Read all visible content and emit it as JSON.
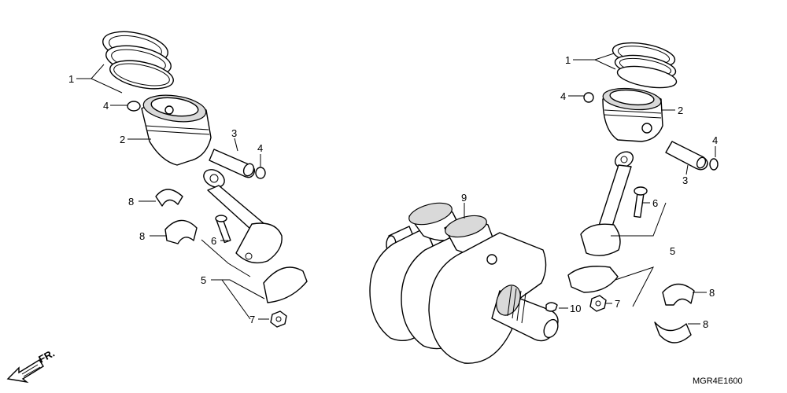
{
  "callouts": {
    "l1": "1",
    "l2": "2",
    "l3": "3",
    "l4a": "4",
    "l4b": "4",
    "l5": "5",
    "l6": "6",
    "l7": "7",
    "l8a": "8",
    "l8b": "8",
    "r1": "1",
    "r2": "2",
    "r3": "3",
    "r4a": "4",
    "r4b": "4",
    "r5": "5",
    "r6": "6",
    "r7": "7",
    "r8a": "8",
    "r8b": "8",
    "c9": "9",
    "c10": "10"
  },
  "direction_label": "FR.",
  "diagram_code": "MGR4E1600"
}
